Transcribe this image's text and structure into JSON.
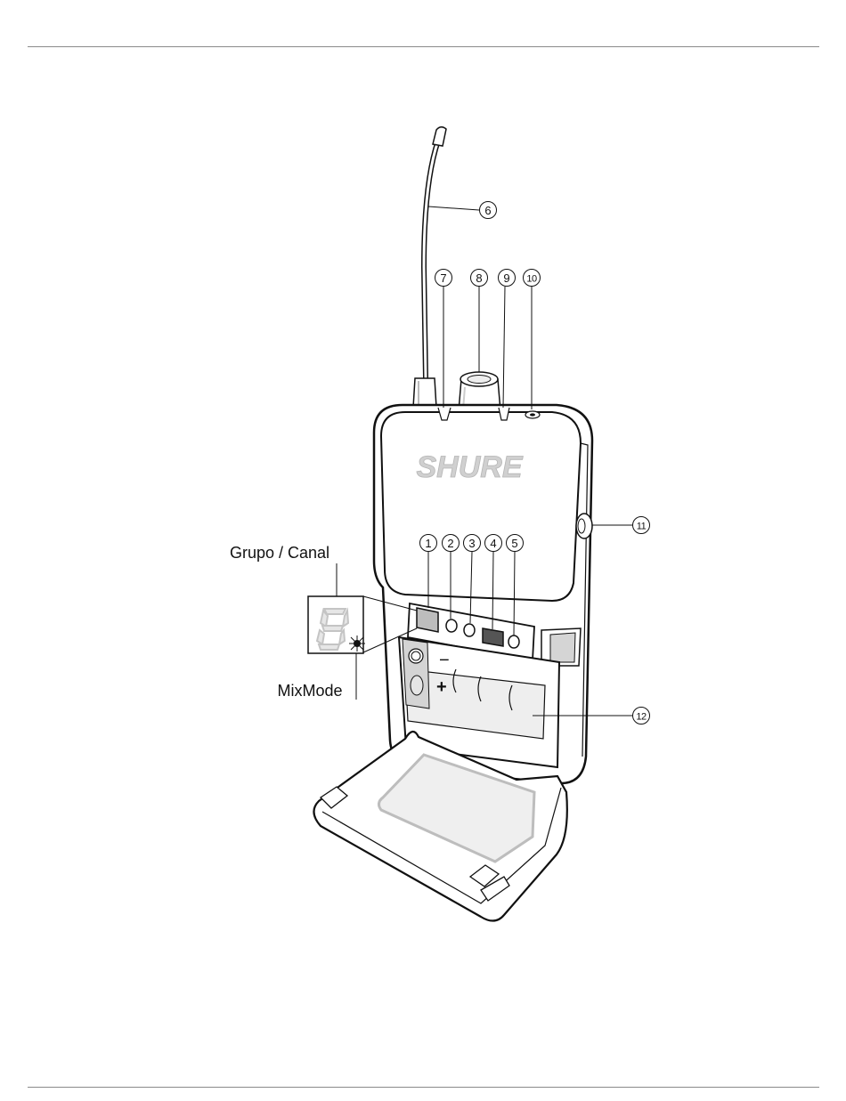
{
  "callouts": {
    "c1": "1",
    "c2": "2",
    "c3": "3",
    "c4": "4",
    "c5": "5",
    "c6": "6",
    "c7": "7",
    "c8": "8",
    "c9": "9",
    "c10": "10",
    "c11": "11",
    "c12": "12"
  },
  "labels": {
    "group_channel": "Grupo / Canal",
    "mixmode": "MixMode"
  },
  "device": {
    "logo": "SHURE",
    "battery_minus": "−",
    "battery_plus": "+"
  },
  "colors": {
    "outline": "#111111",
    "logo_gray": "#d0d0d0",
    "button_dark": "#555555",
    "rule": "#8a8a8a"
  }
}
